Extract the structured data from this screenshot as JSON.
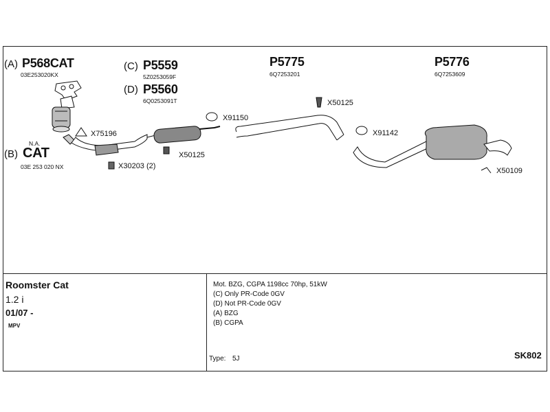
{
  "parts": {
    "a": {
      "prefix": "(A)",
      "number": "P568CAT",
      "oe": "03E253020KX"
    },
    "b": {
      "prefix": "(B)",
      "number": "CAT",
      "na": "N.A.",
      "oe": "03E 253 020 NX"
    },
    "c": {
      "prefix": "(C)",
      "number": "P5559",
      "oe": "5Z0253059F"
    },
    "d": {
      "prefix": "(D)",
      "number": "P5560",
      "oe": "6Q0253091T"
    },
    "center": {
      "number": "P5775",
      "oe": "6Q7253201"
    },
    "rear": {
      "number": "P5776",
      "oe": "6Q7253609"
    }
  },
  "callouts": {
    "x75196": "X75196",
    "x30203": "X30203 (2)",
    "x50125_front": "X50125",
    "x91150": "X91150",
    "x50125_center": "X50125",
    "x91142": "X91142",
    "x50109": "X50109"
  },
  "vehicle": {
    "model": "Roomster Cat",
    "engine": "1.2 i",
    "date": "01/07 -",
    "body": "MPV"
  },
  "notes": [
    "Mot. BZG, CGPA 1198cc 70hp, 51kW",
    "(C) Only PR-Code 0GV",
    "(D) Not PR-Code 0GV",
    "(A) BZG",
    "(B) CGPA"
  ],
  "type_label": "Type:",
  "type_value": "5J",
  "code": "SK802"
}
